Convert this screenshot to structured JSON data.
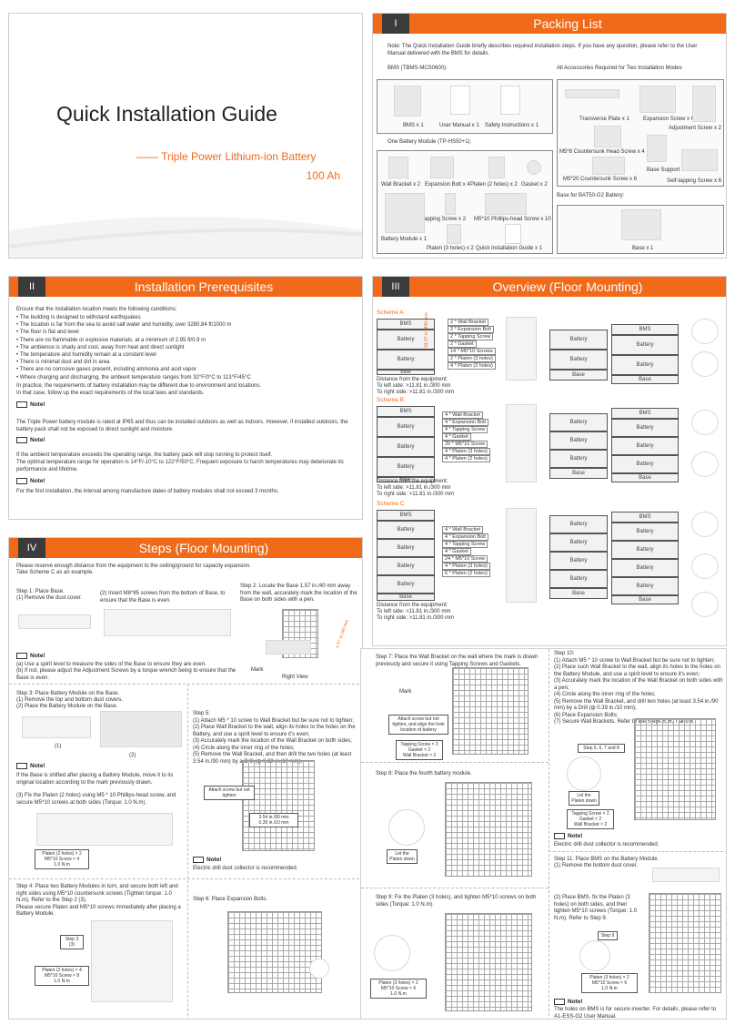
{
  "cover": {
    "title": "Quick Installation Guide",
    "subtitle": "—— Triple Power Lithium-ion Battery",
    "capacity": "100 Ah"
  },
  "packing": {
    "num": "I",
    "title": "Packing List",
    "note": "Note: The Quick Installation Guide briefly describes required installation steps. If you have any question, please refer to the User Manual delivered with the BMS for details.",
    "bms_heading": "BMS (TBMS-MCS0600):",
    "accessories_heading": "All Accessories Required for Two Installation Modes",
    "bms_items": [
      "BMS x 1",
      "User Manual x 1",
      "Safety Instructions x 1"
    ],
    "battery_heading": "One Battery Module (TP-HS50+1):",
    "battery_items": [
      "Wall Bracket x 2",
      "Expansion Bolt x 4",
      "Platen (2 holes) x 2",
      "Gasket x 2",
      "Tapping Screw x 2",
      "M5*10 Phillips-head Screw x 10",
      "Battery Module x 1",
      "Platen (3 holes) x 2",
      "Quick Installation Guide x 1"
    ],
    "accessory_items": [
      "Transverse Plate x 1",
      "Expansion Screw x 6",
      "Adjustment Screw x 2",
      "M5*8 Countersunk Head Screw x 4",
      "Base Support x 2",
      "M5*20 Countersunk Screw x 6",
      "Self-tapping Screw x 6"
    ],
    "base_heading": "Base for BAT50-G2 Battery:",
    "base_item": "Base x 1"
  },
  "prereq": {
    "num": "II",
    "title": "Installation Prerequisites",
    "intro": "Ensure that the installation location meets the following conditions:",
    "conditions": [
      "The building is designed to withstand earthquakes",
      "The location is far from the sea to avoid salt water and humidity, over 3280.84 ft/1000 m",
      "The floor is flat and level",
      "There are no flammable or explosive materials, at a minimum of 2.95 ft/0.9 m",
      "The ambience is shady and cool, away from heat and direct sunlight",
      "The temperature and humidity remain at a constant level",
      "There is minimal dust and dirt in area",
      "There are no corrosive gases present, including ammonia and acid vapor",
      "Where charging and discharging, the ambient temperature ranges from 32°F/0°C to 113°F/45°C"
    ],
    "practice": "In practice, the requirements of battery installation may be different due to environment and locations.",
    "practice2": "In that case, follow up the exact requirements of the local laws and standards.",
    "note_label": "Note!",
    "note1": "The Triple Power battery module is rated at IP65 and thus can be installed outdoors as well as indoors. However, if installed outdoors, the battery pack shall not be exposed to direct sunlight and moisture.",
    "note2a": "If the ambient temperature exceeds the operating range, the battery pack will stop running to protect itself.",
    "note2b": "The optimal temperature range for operation is 14°F/-10°C to 122°F/50°C. Frequent exposure to harsh temperatures may deteriorate its performance and lifetime.",
    "note3": "For the first installation, the interval among manufacture dates of battery modules shall not exceed 3 months."
  },
  "overview": {
    "num": "III",
    "title": "Overview (Floor Mounting)",
    "bms": "BMS",
    "battery": "Battery",
    "base": "Base",
    "height_a": "33.07 in./840 mm",
    "scheme_a": "Scheme A",
    "scheme_b": "Scheme B",
    "scheme_c": "Scheme C",
    "list_a": [
      "2 * Wall Bracket",
      "2 * Expansion Bolt",
      "2 * Tapping Screw",
      "2 * Gasket",
      "14 * M5*10 Screws",
      "2 * Platen (3 holes)",
      "4 * Platen (2 holes)"
    ],
    "list_b": [
      "4 * Wall Bracket",
      "4 * Expansion Bolt",
      "4 * Tapping Screw",
      "4 * Gasket",
      "20 * M5*10 Screw",
      "4 * Platen (3 holes)",
      "4 * Platen (2 holes)"
    ],
    "list_c": [
      "4 * Wall Bracket",
      "4 * Expansion Bolt",
      "4 * Tapping Screw",
      "4 * Gasket",
      "24 * M5*10 Screw",
      "4 * Platen (3 holes)",
      "6 * Platen (2 holes)"
    ],
    "distance": "Distance from the equipment:",
    "left_side": "To left side: >11.81 in./300 mm",
    "right_side": "To right side: >11.81 in./300 mm"
  },
  "steps": {
    "num": "IV",
    "title": "Steps (Floor Mounting)",
    "intro1": "Please reserve enough distance from the equipment to the ceiling/ground for capacity expansion.",
    "intro2": "Take Scheme C as an example.",
    "s1a": "Step 1: Place Base.",
    "s1b": "(1) Remove the dust cover.",
    "s1c": "(2) Insert M8*85 screws from the bottom of Base, to ensure that the Base is even.",
    "s2": "Step 2: Locate the Base 1.57 in./40 mm away from the wall, accurately mark the location of the Base on both sides with a pen.",
    "mark": "Mark",
    "right_view": "Right View",
    "dist_40": "1.57 in./40 mm",
    "note_label": "Note!",
    "s2_note_a": "(a) Use a spirit level to measure the sides of the Base to ensure they are even.",
    "s2_note_b": "(b) If not, please adjust the Adjustment Screws by a torque wrench being to ensure that the Base is even.",
    "s3a": "Step 3: Place Battery Module on the Base.",
    "s3b": "(1) Remove the top and bottom dust covers.",
    "s3c": "(2) Place the Battery Module on the Base.",
    "s3_1": "(1)",
    "s3_2": "(2)",
    "s3_note": "If the Base is shifted after placing a Battery Module, move it to its original location according to the mark previously drawn.",
    "s3d": "(3) Fix the Platen (2 holes) using M5 * 10 Phillips-head screw, and secure M5*10 screws at both sides (Torque: 1.0 N.m).",
    "s3_label": "Platen (2 holes) × 2\nM5*10 Screw × 4\n1.0 N.m",
    "s4": "Step 4: Place two Battery Modules in turn, and secure both left and right sides using M5*10 countersunk screws (Tighten torque: 1.0 N.m). Refer to the Step 2 (3).\nPlease secure Platen and M5*10 screws immediately after placing a Battery Module.",
    "s4_tag": "Step 3 (3)",
    "s4_label": "Platen (2 holes) × 4\nM5*10 Screw × 8\n1.0 N.m",
    "s5": "Step 5:\n(1) Attach M5 * 10 screw to Wall Bracket but be sure not to tighten;\n(2) Place Wall Bracket to the wall, align its holes to the holes on the Battery, and use a spirit level to ensure it's even;\n(3) Accurately mark the location of the Wall Bracket on both sides;\n(4) Circle along the inner ring of the holes;\n(5) Remove the Wall Bracket, and then drill the two holes (at least 3.54 in./90 mm) by a Drill (ф 0.39 in./10 mm).",
    "s5_attach": "Attach screw but not tighten",
    "s5_dim": "3.54 in./90 mm\n0.39 in./10 mm",
    "s5_note": "Electric drill dust collector is recommended.",
    "s6": "Step 6: Place Expansion Bolts.",
    "s7": "Step 7: Place the Wall Bracket on the wall where the mark is drawn previously and secure it using Tapping Screws and Gaskets.",
    "s7_attach": "Attach screw but not tighten, and align the hole location of battery",
    "s7_label": "Tapping Screw × 2\nGasket × 2\nWall Bracket × 2",
    "s8": "Step 8: Place the fourth battery module.",
    "s8_let": "Let the Platen down",
    "s9": "Step 9: Fix the Platen (3 holes), and tighten M5*10 screws on both sides (Torque: 1.0 N.m).",
    "s9_label": "Platen (3 holes) × 2\nM5*10 Screw × 6\n1.0 N.m",
    "s10": "Step 10:\n(1) Attach M5 * 10 screw to Wall Bracket but be sure not to tighten;\n(2) Place such Wall Bracket to the wall, align its holes to the holes on the Battery Module, and use a spirit level to ensure it's even;\n(3) Accurately mark the location of the Wall Bracket on both sides with a pen;\n(4) Circle along the inner ring of the holes;\n(5) Remove the Wall Bracket, and drill two holes (at least 3.54 in./90 mm) by a Drill (ф 0.39 in./10 mm);\n(6) Place Expansion Bolts;\n(7) Secure Wall Brackets. Refer to the Steps 5, 6, 7 and 8.",
    "s10_tag": "Step 5, 6, 7 and 8",
    "s10_let": "Let the Platen down",
    "s10_label": "Tapping Screw × 2\nGasket × 2\nWall Bracket × 2",
    "s10_note": "Electric drill dust collector is recommended.",
    "s11a": "Step 11: Place BMS on the Battery Module.",
    "s11b": "(1) Remove the bottom dust cover.",
    "s11c": "(2) Place BMS, fix the Platen (3 holes) on both sides, and then tighten M5*10 screws (Torque: 1.0 N.m). Refer to Step 9.",
    "s11_tag": "Step 9",
    "s11_label": "Platen (3 holes) × 2\nM5*10 Screw × 6\n1.0 N.m",
    "s11_note": "The holes on BMS is for secure inverter. For details, please refer to A1-ESS-G2 User Manual."
  }
}
